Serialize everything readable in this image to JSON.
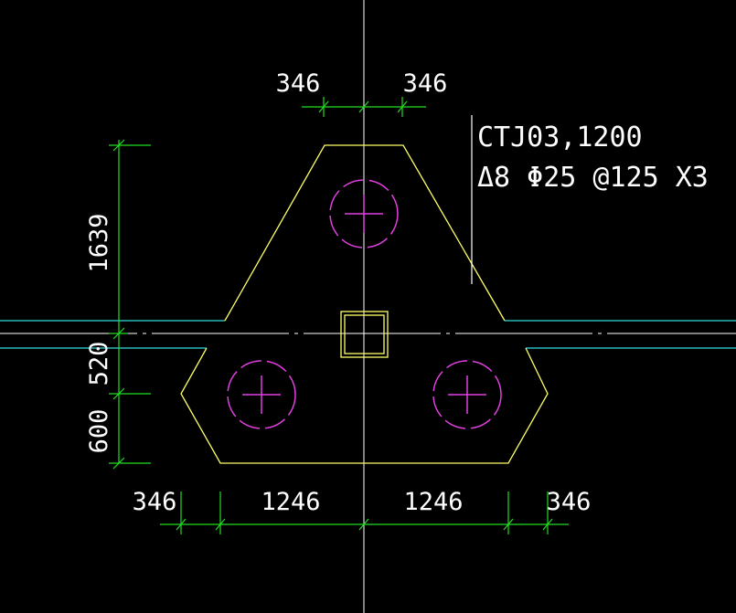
{
  "colors": {
    "background": "#000000",
    "outline": "#ffff66",
    "pile": "#e040e0",
    "dimension": "#22dd22",
    "axis": "#ffffff",
    "beam": "#33dddd",
    "text": "#ffffff"
  },
  "annotation": {
    "line1": "CTJ03,1200",
    "line2": "Δ8 Φ25 @125 X3"
  },
  "dimensions": {
    "top_left": "346",
    "top_right": "346",
    "vert_upper": "1639",
    "vert_middle": "520",
    "vert_lower": "600",
    "bottom_1": "346",
    "bottom_2": "1246",
    "bottom_3": "1246",
    "bottom_4": "346"
  }
}
